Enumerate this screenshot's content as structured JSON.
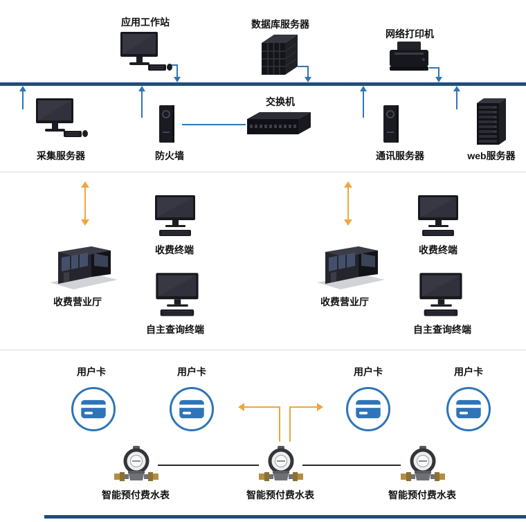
{
  "diagram": {
    "top": {
      "workstation": "应用工作站",
      "database_server": "数据库服务器",
      "network_printer": "网络打印机"
    },
    "backbone_row": {
      "collection_server": "采集服务器",
      "firewall": "防火墙",
      "switch": "交换机",
      "communication_server": "通讯服务器",
      "web_server": "web服务器"
    },
    "middle": {
      "left": {
        "fee_terminal": "收费终端",
        "business_hall": "收费营业厅",
        "query_terminal": "自主查询终端"
      },
      "right": {
        "fee_terminal": "收费终端",
        "business_hall": "收费营业厅",
        "query_terminal": "自主查询终端"
      }
    },
    "bottom": {
      "user_cards": [
        "用户卡",
        "用户卡",
        "用户卡",
        "用户卡"
      ],
      "meters": [
        "智能预付费水表",
        "智能预付费水表",
        "智能预付费水表"
      ]
    },
    "colors": {
      "bus": "#1f4e79",
      "connector_blue": "#2e75b6",
      "arrow_orange": "#f0a63c",
      "card_blue": "#2e74b8",
      "divider": "#d9d9d9"
    }
  }
}
